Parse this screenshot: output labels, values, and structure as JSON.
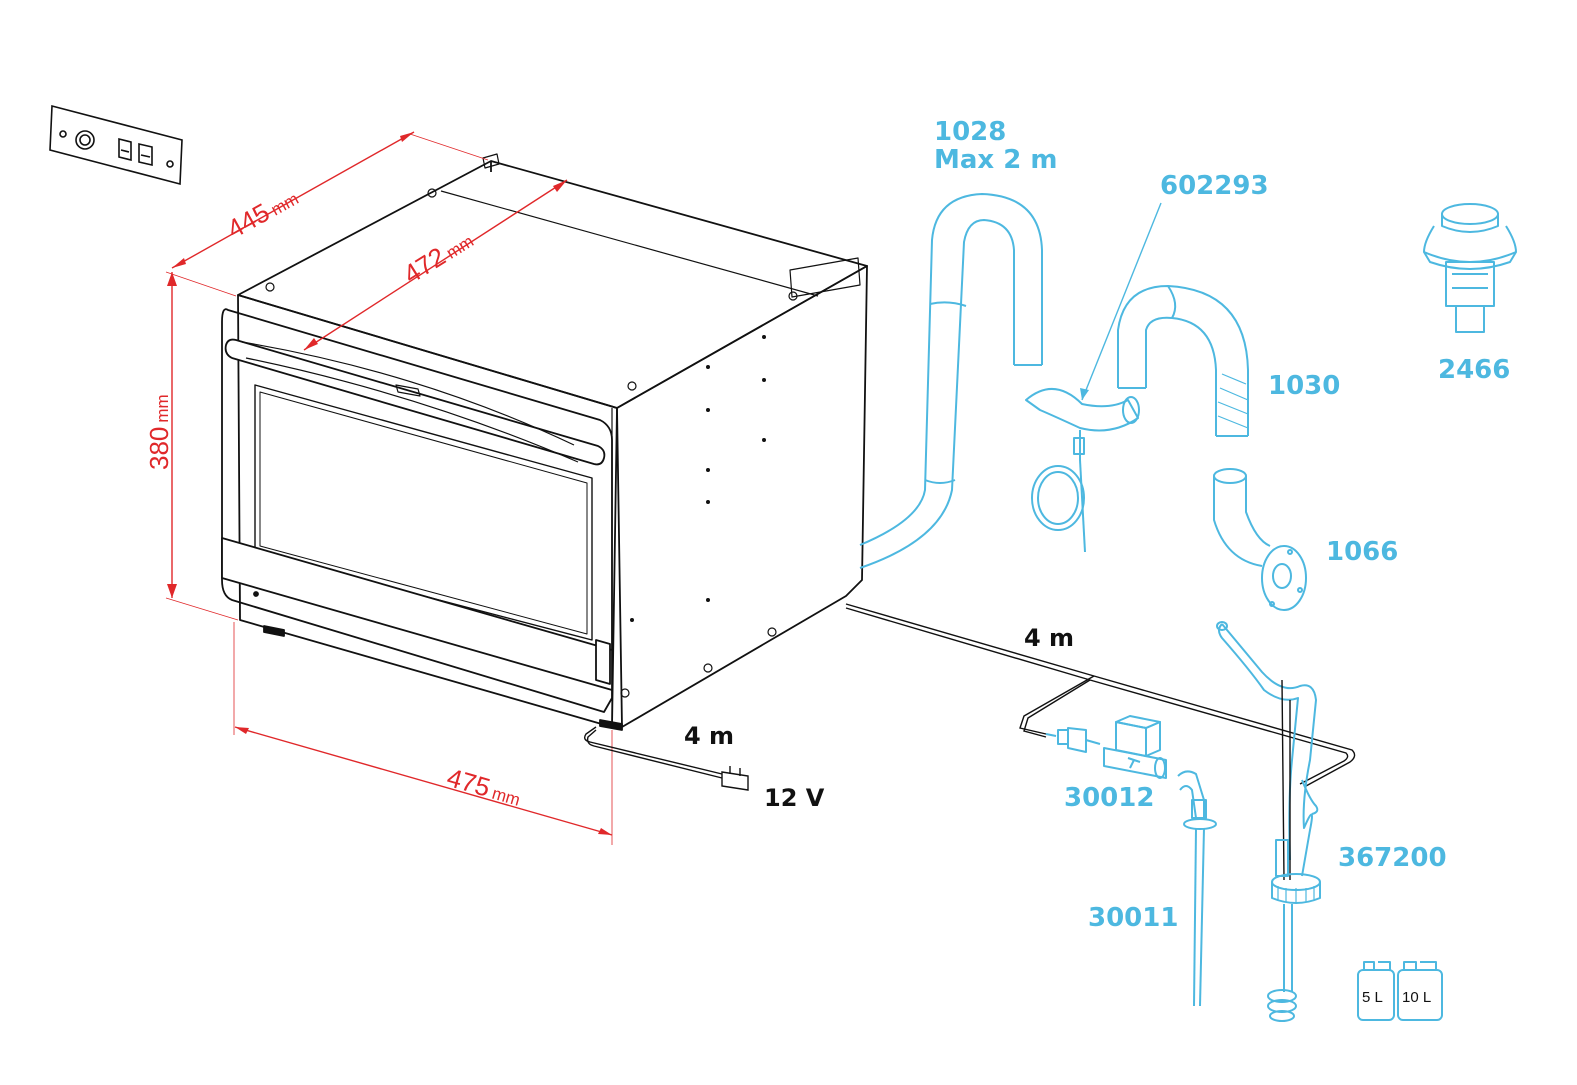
{
  "colors": {
    "part_blue": "#4db8e0",
    "dimension_red": "#e0282a",
    "drawing_black": "#111111"
  },
  "dimensions": {
    "depth": {
      "value": "445",
      "unit": "mm"
    },
    "inner_depth": {
      "value": "472",
      "unit": "mm"
    },
    "height": {
      "value": "380",
      "unit": "mm"
    },
    "width": {
      "value": "475",
      "unit": "mm"
    }
  },
  "parts": {
    "hose_1028": {
      "number": "1028",
      "note": "Max 2 m"
    },
    "probe_602293": {
      "number": "602293"
    },
    "hose_1030": {
      "number": "1030"
    },
    "button_2466": {
      "number": "2466"
    },
    "flange_1066": {
      "number": "1066"
    },
    "valve_30012": {
      "number": "30012"
    },
    "pipe_30011": {
      "number": "30011"
    },
    "pump_367200": {
      "number": "367200"
    }
  },
  "cables": {
    "water_line_length": "4 m",
    "power_cable_length": "4 m",
    "power_voltage": "12 V"
  },
  "containers": {
    "small": "5 L",
    "large": "10 L"
  }
}
